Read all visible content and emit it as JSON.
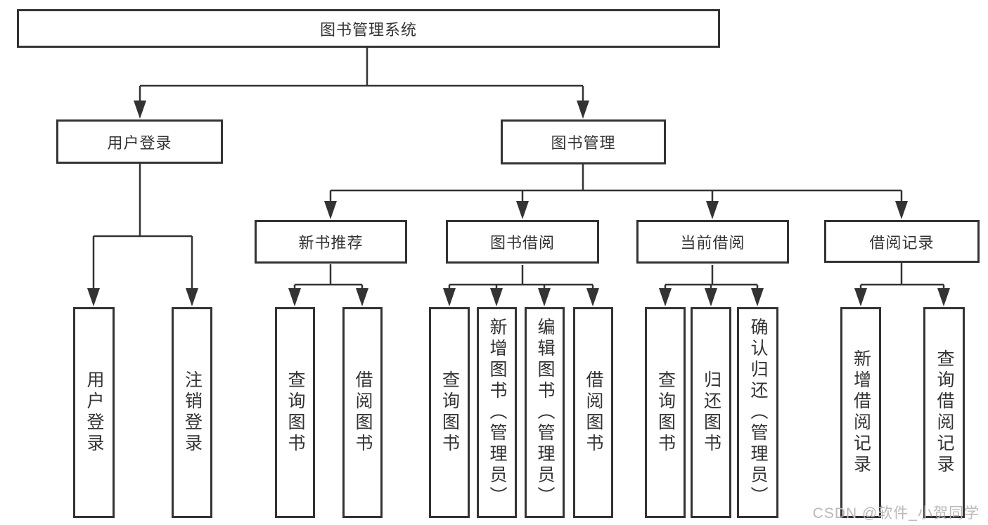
{
  "diagram": {
    "root_label": "图书管理系统",
    "branches": [
      {
        "label": "用户登录",
        "children": [
          "用户登录",
          "注销登录"
        ]
      },
      {
        "label": "图书管理",
        "groups": [
          {
            "label": "新书推荐",
            "children": [
              "查询图书",
              "借阅图书"
            ]
          },
          {
            "label": "图书借阅",
            "children": [
              "查询图书",
              "新增图书（管理员）",
              "编辑图书（管理员）",
              "借阅图书"
            ]
          },
          {
            "label": "当前借阅",
            "children": [
              "查询图书",
              "归还图书",
              "确认归还（管理员）"
            ]
          },
          {
            "label": "借阅记录",
            "children": [
              "新增借阅记录",
              "查询借阅记录"
            ]
          }
        ]
      }
    ]
  },
  "watermark": {
    "text": "CSDN @软件_小贺同学",
    "color": "#b9b9b9"
  },
  "colors": {
    "line": "#333333",
    "text": "#333333",
    "node_background": "#ffffff",
    "page_background": "#ffffff"
  }
}
